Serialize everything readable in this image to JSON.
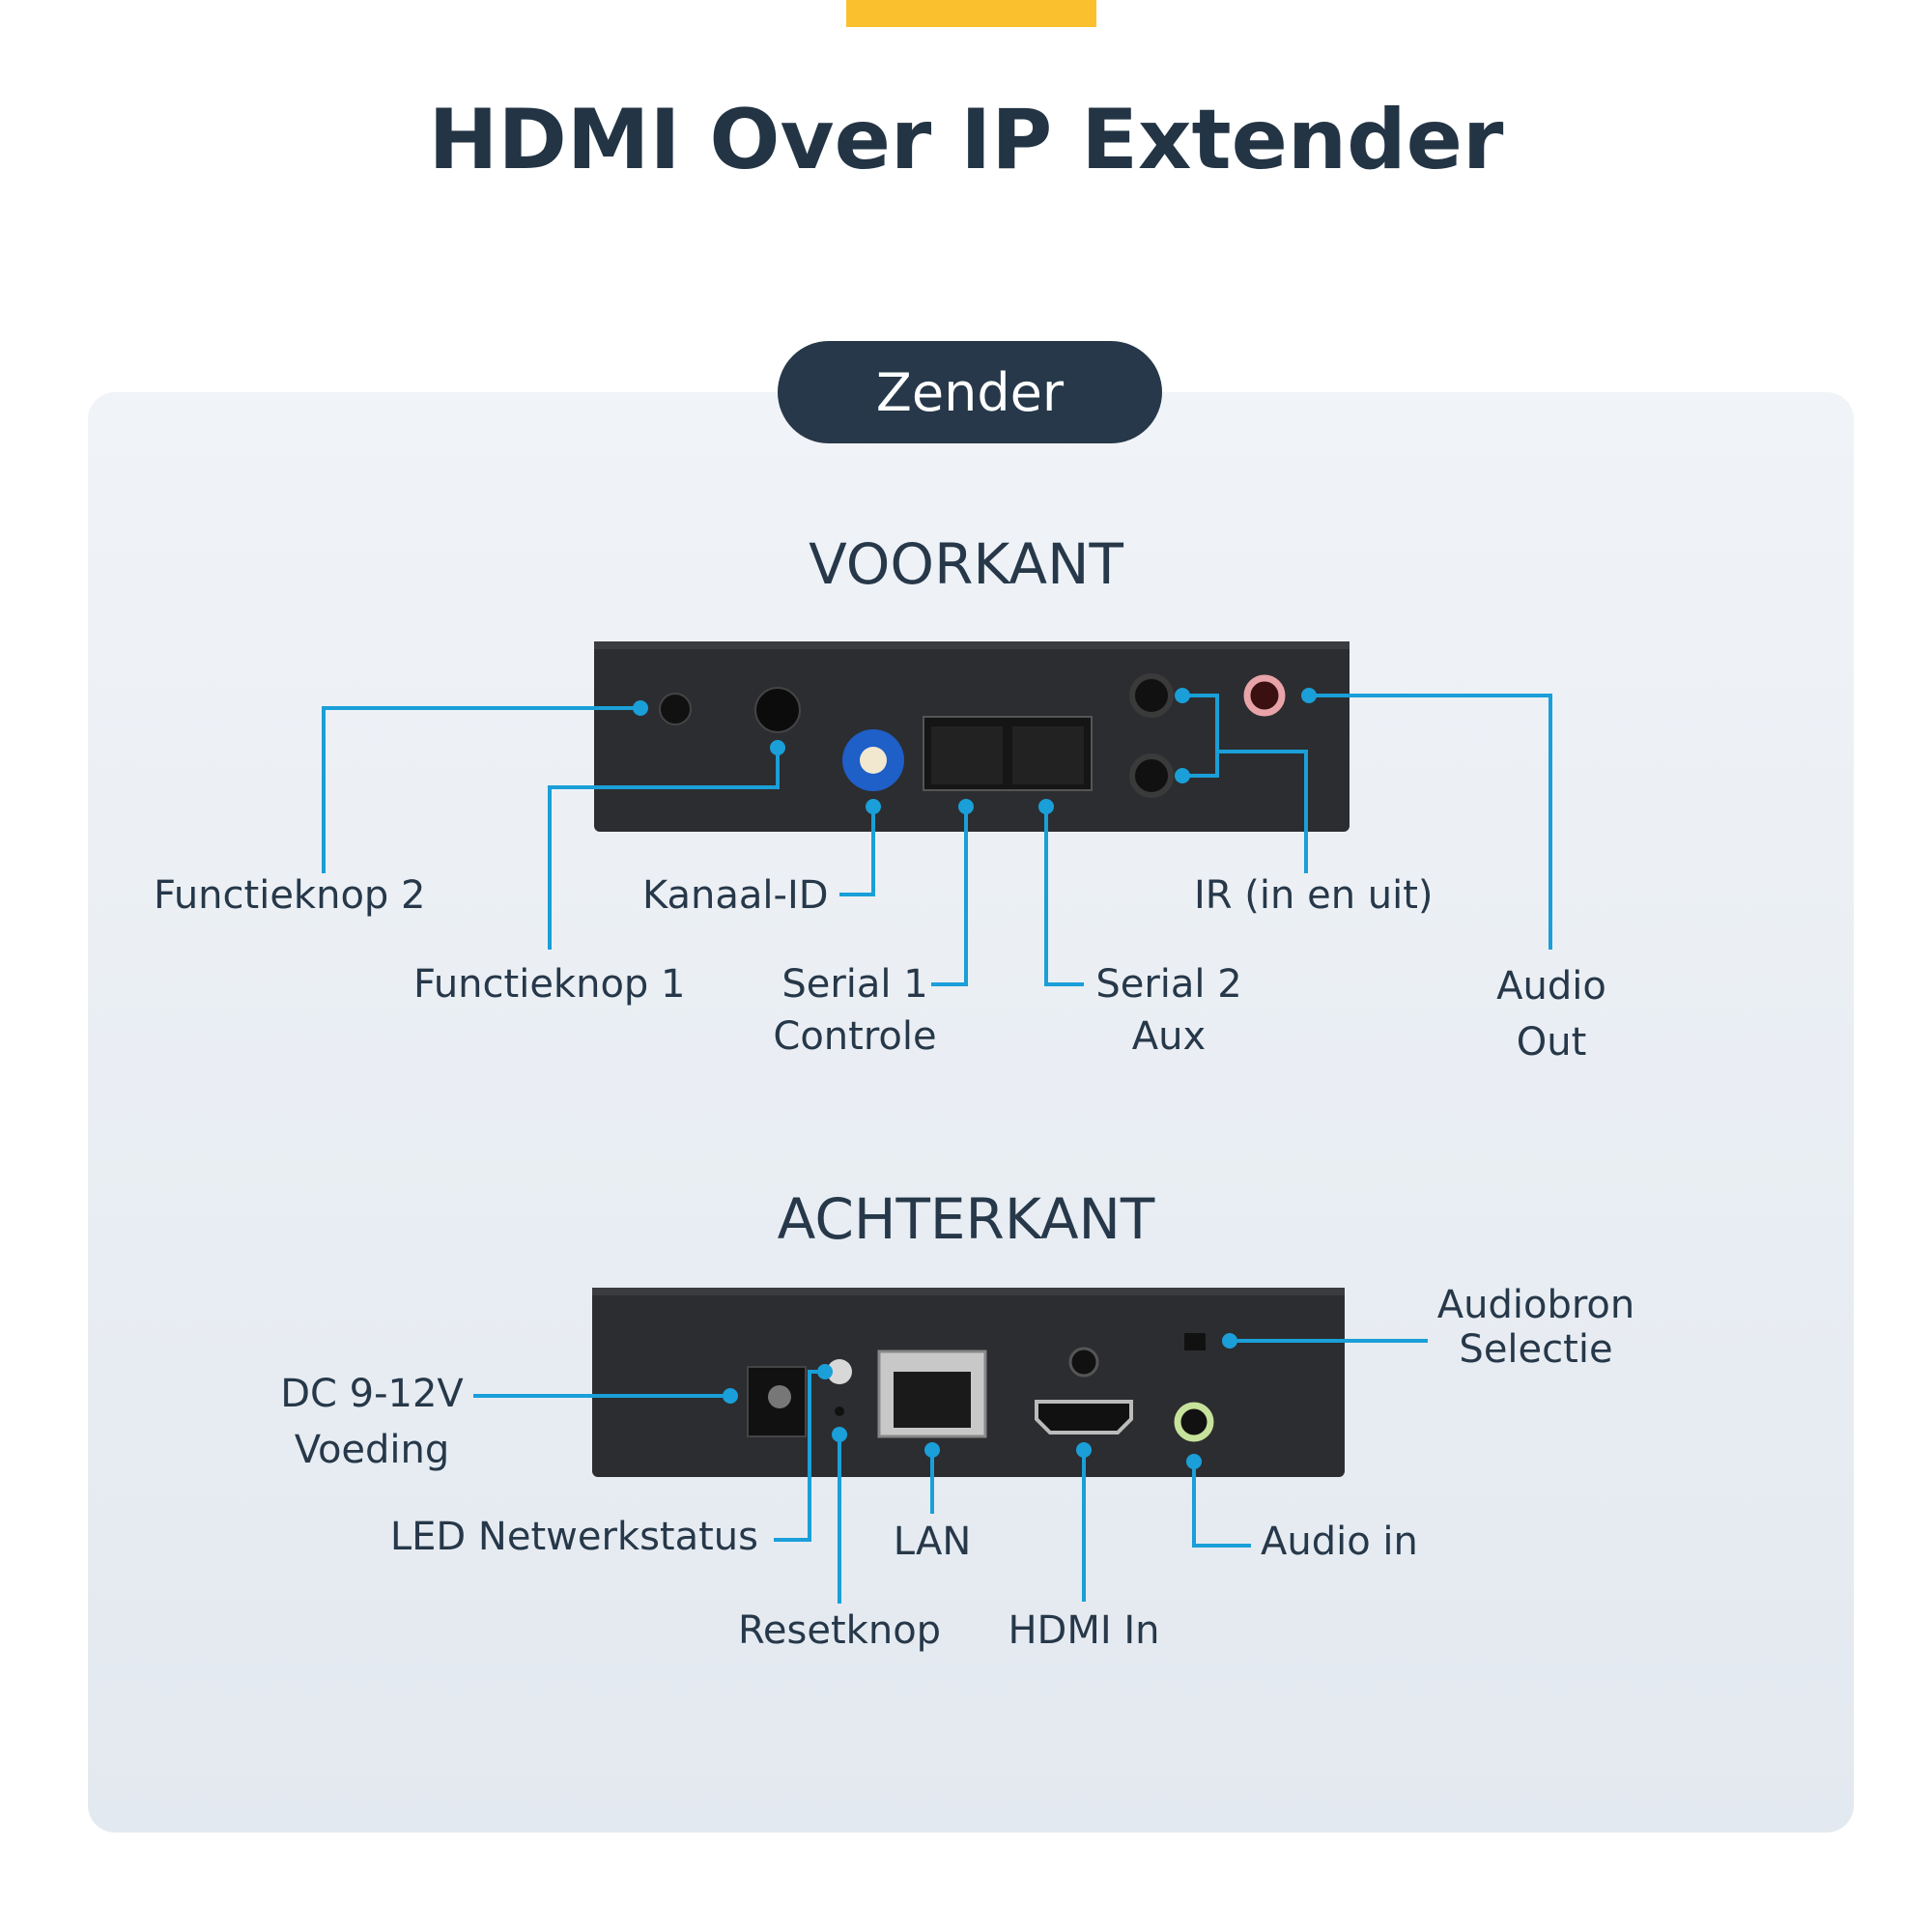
{
  "title": "HDMI Over IP Extender",
  "badge": "Zender",
  "colors": {
    "accent": "#1a9fd8",
    "dark": "#263849",
    "highlight": "#fbc02d"
  },
  "front": {
    "heading": "VOORKANT",
    "labels": {
      "func2": "Functieknop 2",
      "func1": "Functieknop 1",
      "channel": "Kanaal-ID",
      "serial1_a": "Serial 1",
      "serial1_b": "Controle",
      "serial2_a": "Serial 2",
      "serial2_b": "Aux",
      "ir": "IR (in en uit)",
      "audio_a": "Audio",
      "audio_b": "Out"
    }
  },
  "back": {
    "heading": "ACHTERKANT",
    "labels": {
      "dc_a": "DC 9-12V",
      "dc_b": "Voeding",
      "led": "LED Netwerkstatus",
      "reset": "Resetknop",
      "lan": "LAN",
      "hdmi": "HDMI In",
      "audio_in": "Audio in",
      "src_a": "Audiobron",
      "src_b": "Selectie"
    }
  }
}
